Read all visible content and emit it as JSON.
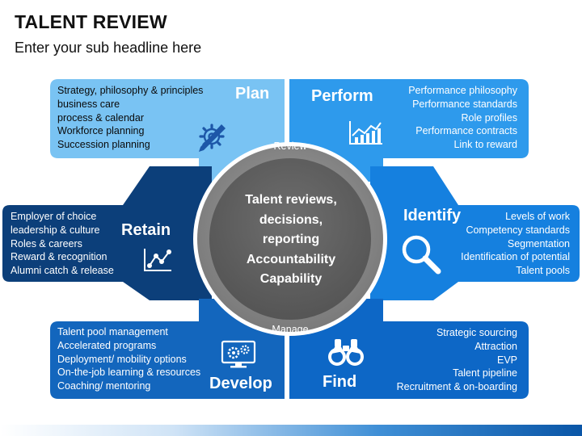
{
  "title": "TALENT REVIEW",
  "subtitle": "Enter your sub headline here",
  "center": {
    "lines": [
      "Talent reviews,",
      "decisions,",
      "reporting",
      "Accountability",
      "Capability"
    ],
    "ring_top": "Review",
    "ring_bottom": "Manage"
  },
  "colors": {
    "plan": "#79c3f3",
    "perform": "#2e9aec",
    "identify": "#1580df",
    "find": "#0d67c6",
    "develop": "#1366bd",
    "retain": "#0c3f7a",
    "ring": "#8c8c8c",
    "core": "#5f5f5f"
  },
  "sections": {
    "plan": {
      "heading": "Plan",
      "icon": "gear-pencil-icon",
      "items": [
        "Strategy, philosophy & principles",
        "business care",
        "process & calendar",
        "Workforce planning",
        "Succession planning"
      ]
    },
    "perform": {
      "heading": "Perform",
      "icon": "bar-chart-trend-icon",
      "items": [
        "Performance philosophy",
        "Performance standards",
        "Role profiles",
        "Performance contracts",
        "Link to reward"
      ]
    },
    "identify": {
      "heading": "Identify",
      "icon": "magnifier-icon",
      "items": [
        "Levels of work",
        "Competency standards",
        "Segmentation",
        "Identification of potential",
        "Talent pools"
      ]
    },
    "find": {
      "heading": "Find",
      "icon": "binoculars-icon",
      "items": [
        "Strategic sourcing",
        "Attraction",
        "EVP",
        "Talent pipeline",
        "Recruitment & on-boarding"
      ]
    },
    "develop": {
      "heading": "Develop",
      "icon": "monitor-gears-icon",
      "items": [
        "Talent pool management",
        "Accelerated programs",
        "Deployment/ mobility options",
        "On-the-job learning & resources",
        "Coaching/ mentoring"
      ]
    },
    "retain": {
      "heading": "Retain",
      "icon": "line-graph-icon",
      "items": [
        "Employer of choice",
        "leadership & culture",
        "Roles & careers",
        "Reward & recognition",
        "Alumni catch & release"
      ]
    }
  }
}
